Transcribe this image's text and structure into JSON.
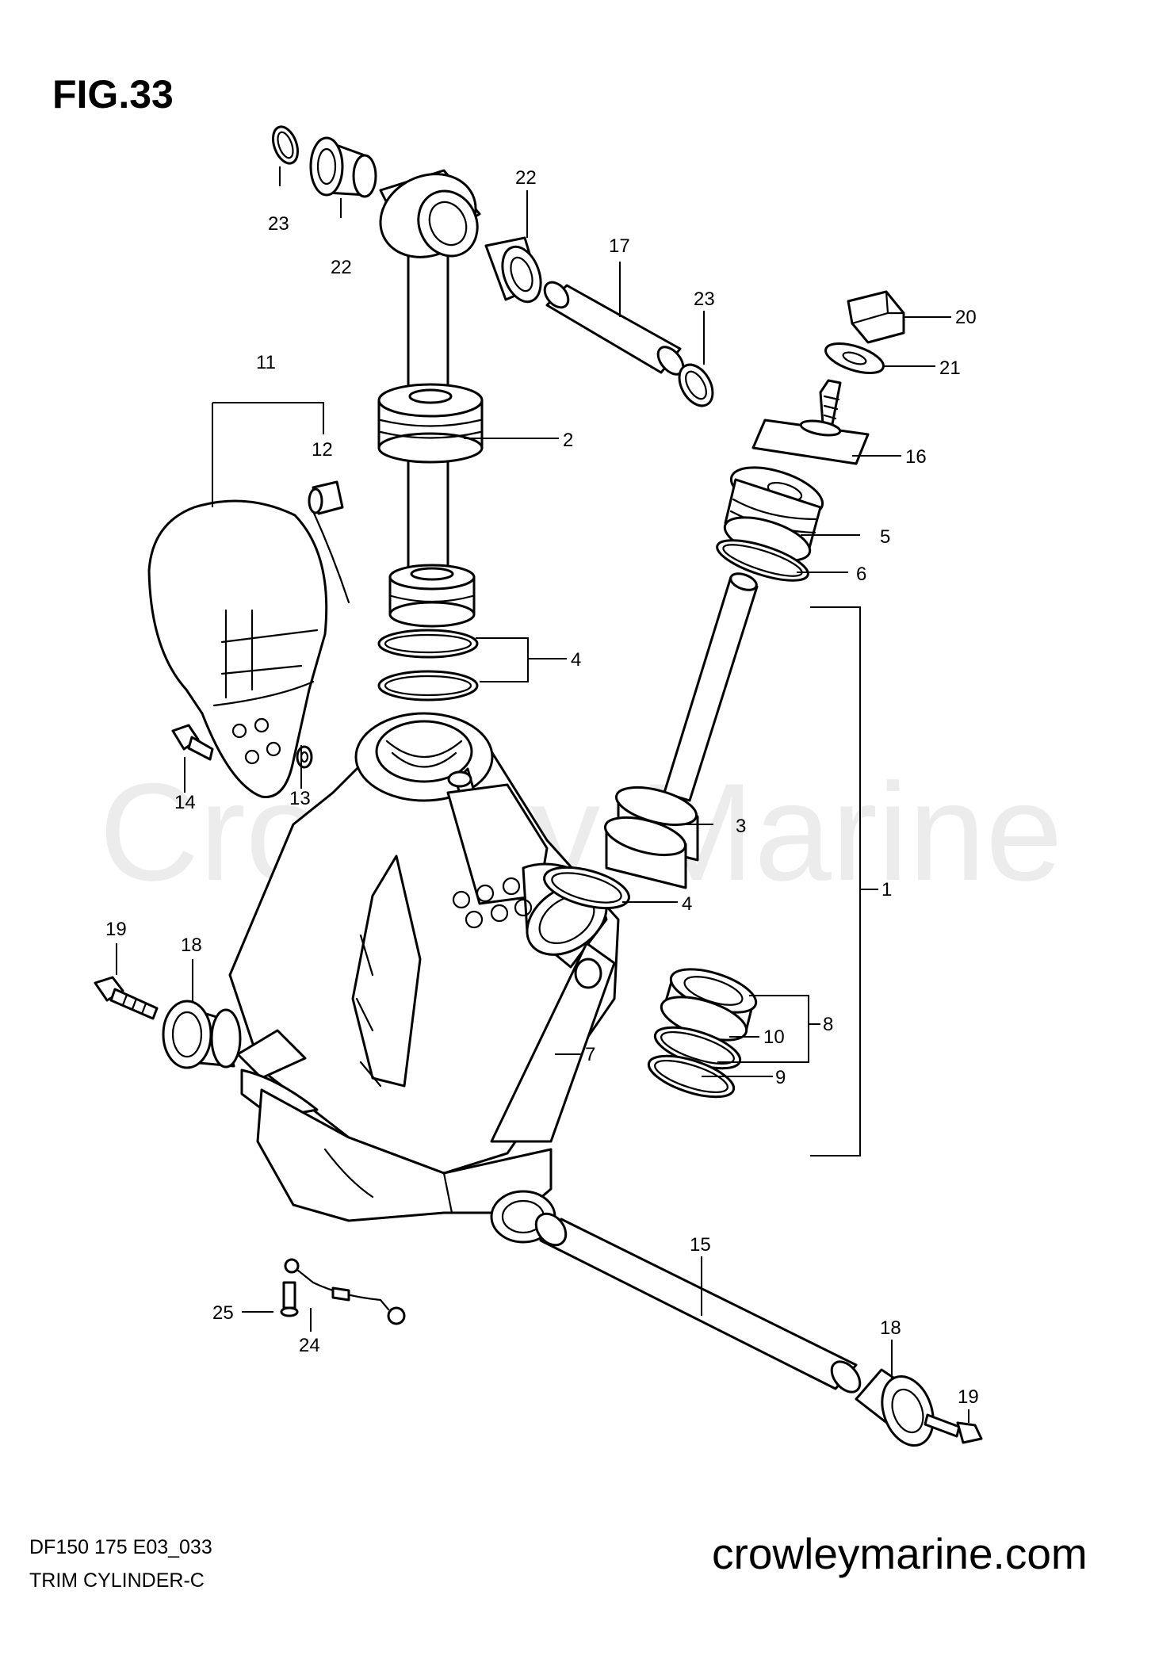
{
  "figure_label": "FIG.33",
  "watermark": "Crowley Marine",
  "model_code": "DF150 175 E03_033",
  "diagram_title": "TRIM CYLINDER-C",
  "website": "crowleymarine.com",
  "callouts": [
    "1",
    "2",
    "3",
    "4",
    "5",
    "6",
    "7",
    "8",
    "9",
    "10",
    "11",
    "12",
    "13",
    "14",
    "15",
    "16",
    "17",
    "18",
    "19",
    "20",
    "21",
    "22",
    "23",
    "24",
    "25"
  ]
}
